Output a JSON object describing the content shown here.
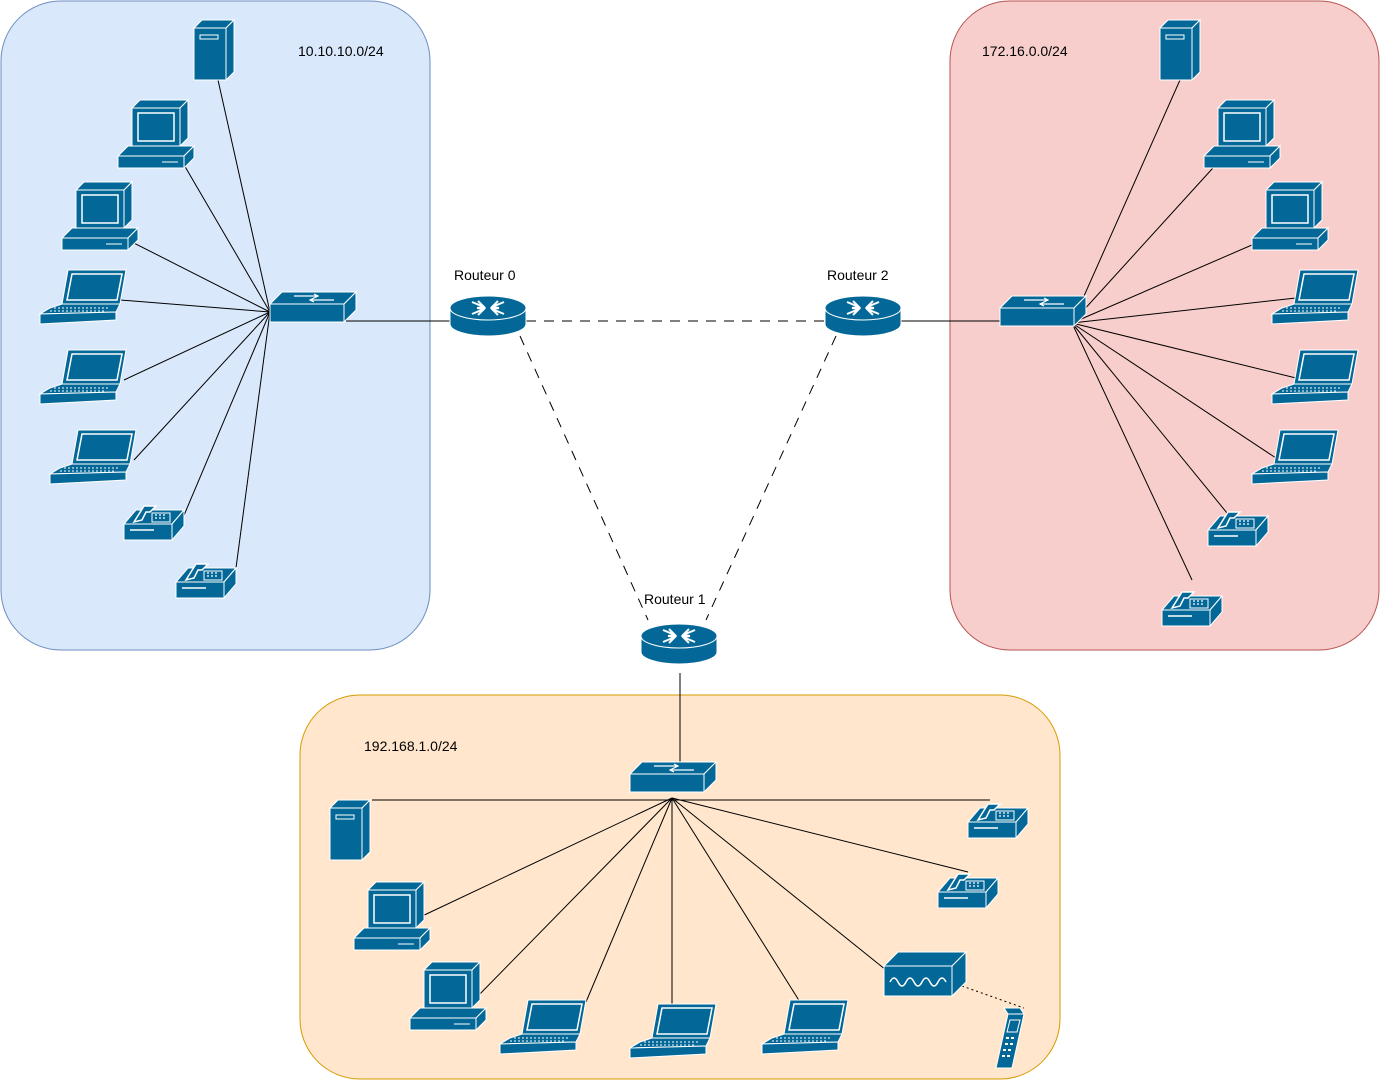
{
  "zones": [
    {
      "id": "lan0",
      "subnet_label": "10.10.10.0/24",
      "fill": "#dae8fc",
      "stroke": "#6c8ebf"
    },
    {
      "id": "lan2",
      "subnet_label": "172.16.0.0/24",
      "fill": "#f8cecc",
      "stroke": "#b85450"
    },
    {
      "id": "lan1",
      "subnet_label": "192.168.1.0/24",
      "fill": "#ffe6cc",
      "stroke": "#d79b00"
    }
  ],
  "routers": [
    {
      "id": "r0",
      "label": "Routeur 0"
    },
    {
      "id": "r1",
      "label": "Routeur 1"
    },
    {
      "id": "r2",
      "label": "Routeur 2"
    }
  ],
  "icon_color": "#036897"
}
